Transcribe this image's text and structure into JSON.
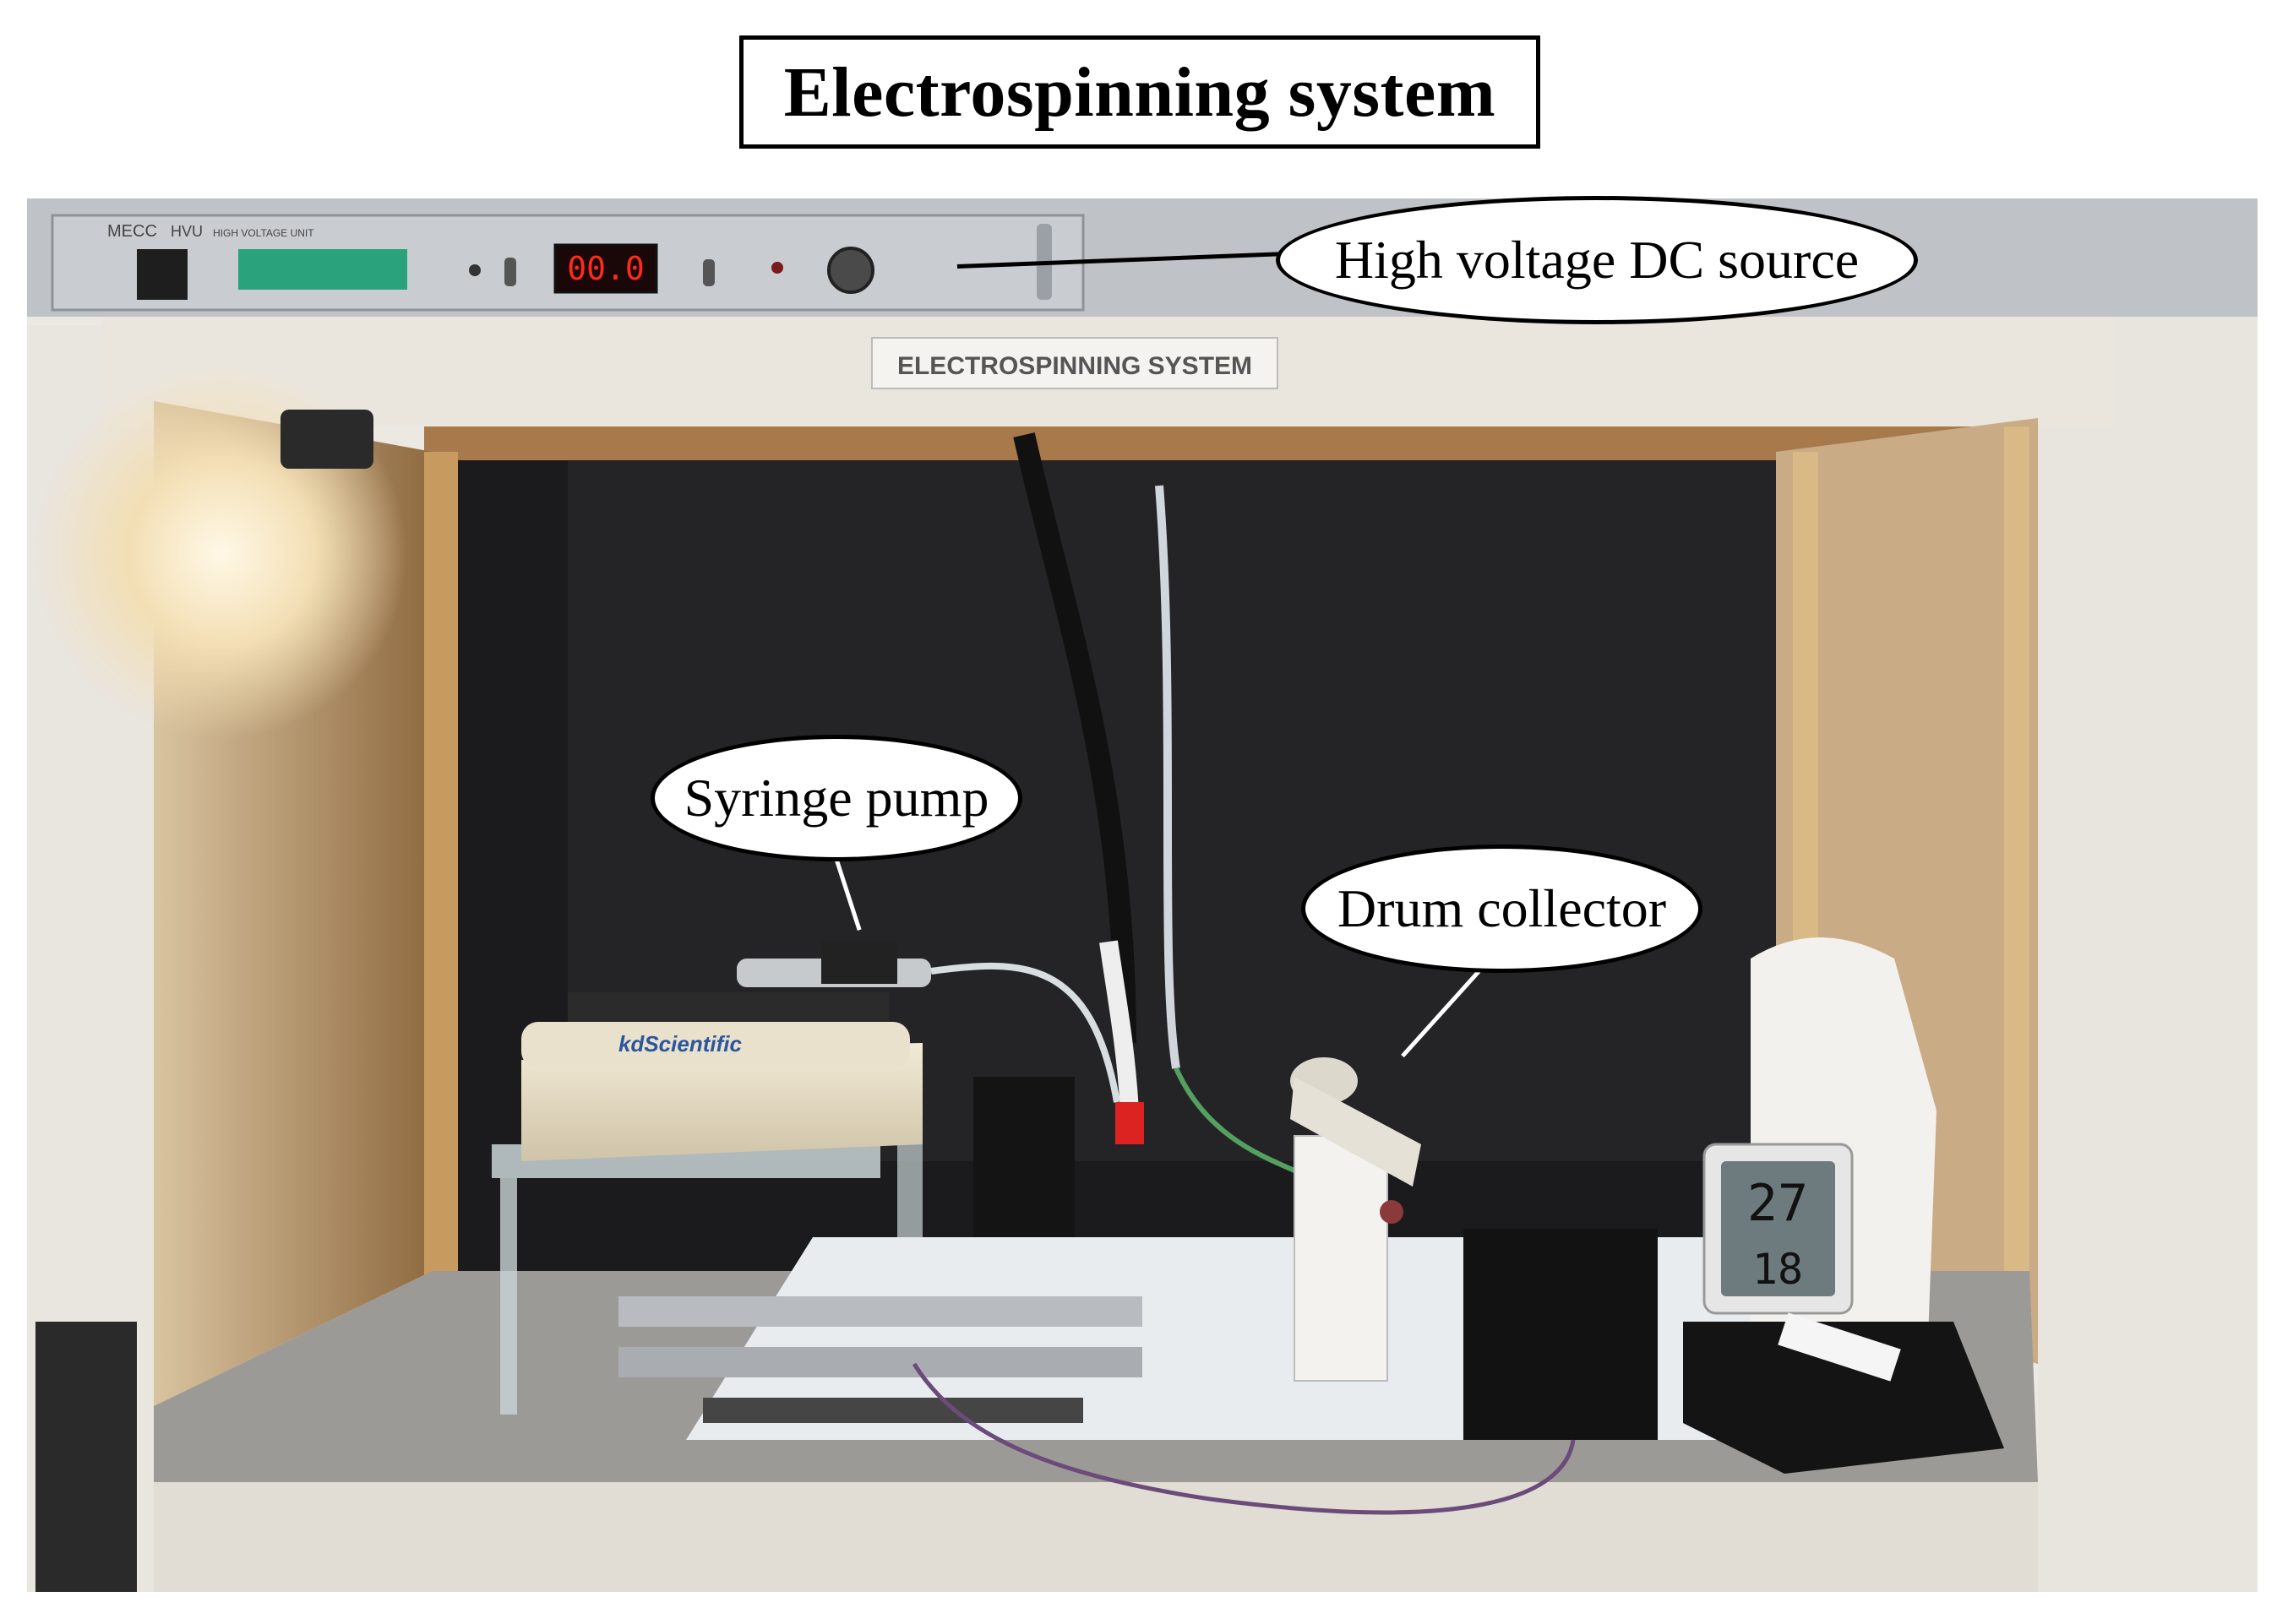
{
  "title": "Electrospinning system",
  "callouts": {
    "hv_source": "High voltage DC source",
    "syringe_pump": "Syringe pump",
    "drum_collector": "Drum collector"
  },
  "photo_labels": {
    "sign": "ELECTROSPINNING SYSTEM",
    "hv_display": "00.0",
    "hv_brand": "MECC",
    "hv_model": "HVU",
    "hv_unit": "HIGH VOLTAGE UNIT",
    "pump_brand": "kdScientific",
    "thermo_temp": "27",
    "thermo_humid": "18"
  },
  "colors": {
    "background_panel": "#1c1c1e",
    "wood": "#b98a55",
    "hv_panel": "#c9ccd0",
    "display_red": "#ff2a1a"
  }
}
